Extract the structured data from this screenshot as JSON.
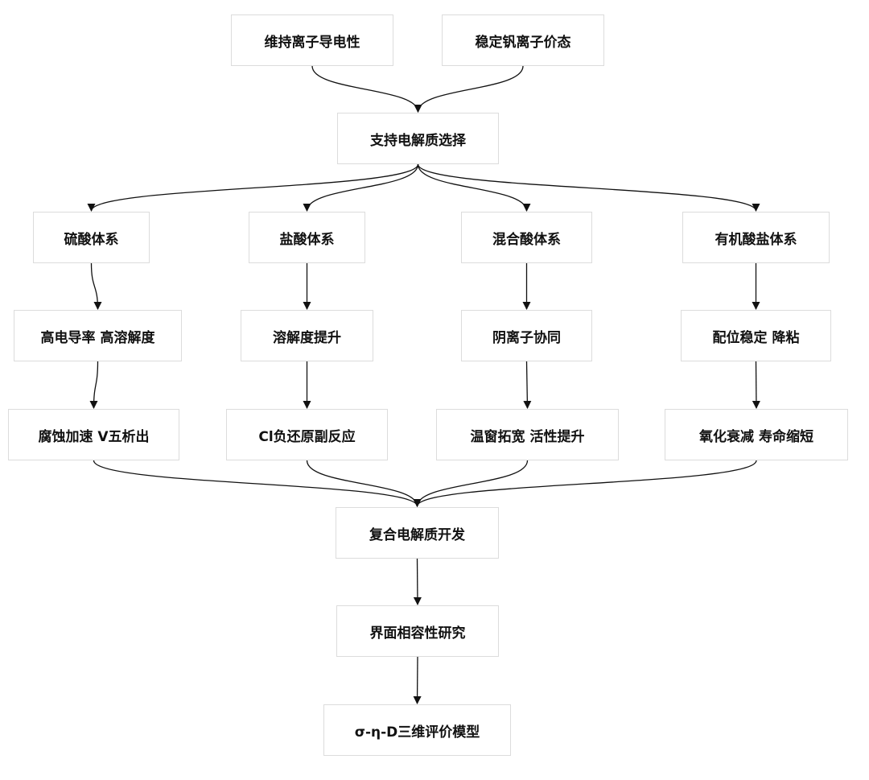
{
  "diagram": {
    "nodes": {
      "maintain_conductivity": "维持离子导电性",
      "stabilize_valence": "稳定钒离子价态",
      "electrolyte_selection": "支持电解质选择",
      "sulfuric_acid": "硫酸体系",
      "hydrochloric_acid": "盐酸体系",
      "mixed_acid": "混合酸体系",
      "organic_salt": "有机酸盐体系",
      "high_conductivity": "高电导率 高溶解度",
      "solubility_boost": "溶解度提升",
      "anion_synergy": "阴离子协同",
      "coordination_stable": "配位稳定 降粘",
      "corrosion": "腐蚀加速 V五析出",
      "cl_side_reaction": "Cl负还原副反应",
      "temp_window": "温窗拓宽 活性提升",
      "oxidation_decay": "氧化衰减 寿命缩短",
      "composite_electrolyte": "复合电解质开发",
      "interface_compat": "界面相容性研究",
      "eval_model": "σ-η-D三维评价模型"
    },
    "edges": [
      [
        "maintain_conductivity",
        "electrolyte_selection"
      ],
      [
        "stabilize_valence",
        "electrolyte_selection"
      ],
      [
        "electrolyte_selection",
        "sulfuric_acid"
      ],
      [
        "electrolyte_selection",
        "hydrochloric_acid"
      ],
      [
        "electrolyte_selection",
        "mixed_acid"
      ],
      [
        "electrolyte_selection",
        "organic_salt"
      ],
      [
        "sulfuric_acid",
        "high_conductivity"
      ],
      [
        "hydrochloric_acid",
        "solubility_boost"
      ],
      [
        "mixed_acid",
        "anion_synergy"
      ],
      [
        "organic_salt",
        "coordination_stable"
      ],
      [
        "high_conductivity",
        "corrosion"
      ],
      [
        "solubility_boost",
        "cl_side_reaction"
      ],
      [
        "anion_synergy",
        "temp_window"
      ],
      [
        "coordination_stable",
        "oxidation_decay"
      ],
      [
        "corrosion",
        "composite_electrolyte"
      ],
      [
        "cl_side_reaction",
        "composite_electrolyte"
      ],
      [
        "temp_window",
        "composite_electrolyte"
      ],
      [
        "oxidation_decay",
        "composite_electrolyte"
      ],
      [
        "composite_electrolyte",
        "interface_compat"
      ],
      [
        "interface_compat",
        "eval_model"
      ]
    ]
  }
}
